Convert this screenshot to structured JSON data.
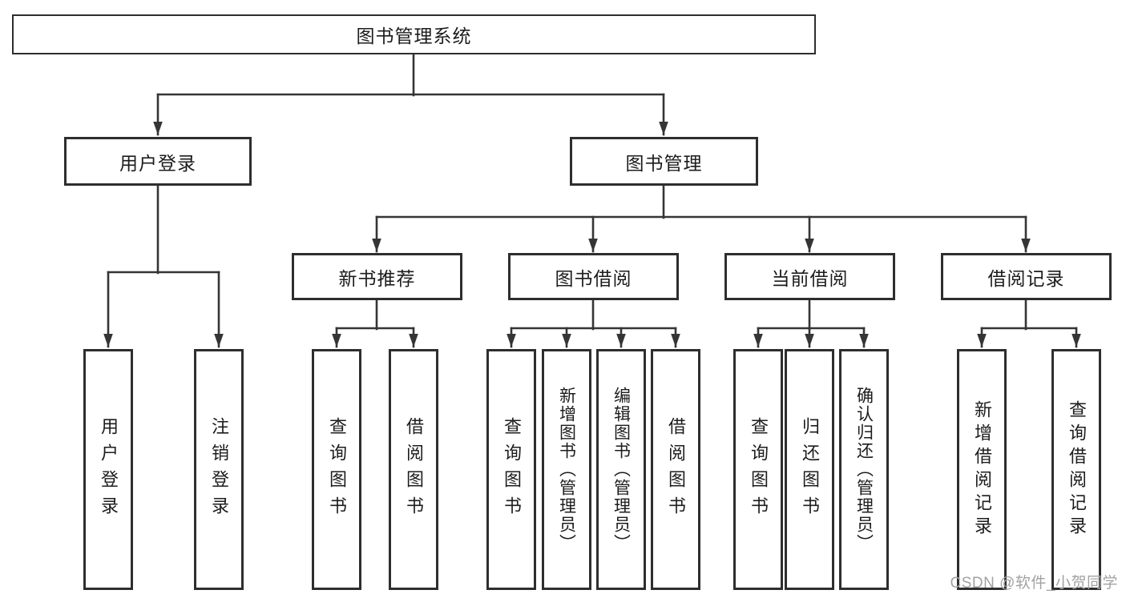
{
  "tree": {
    "label": "图书管理系统",
    "children": [
      {
        "label": "用户登录",
        "children": [
          {
            "label": "用户登录"
          },
          {
            "label": "注销登录"
          }
        ]
      },
      {
        "label": "图书管理",
        "children": [
          {
            "label": "新书推荐",
            "children": [
              {
                "label": "查询图书"
              },
              {
                "label": "借阅图书"
              }
            ]
          },
          {
            "label": "图书借阅",
            "children": [
              {
                "label": "查询图书"
              },
              {
                "label": "新增图书（管理员）"
              },
              {
                "label": "编辑图书（管理员）"
              },
              {
                "label": "借阅图书"
              }
            ]
          },
          {
            "label": "当前借阅",
            "children": [
              {
                "label": "查询图书"
              },
              {
                "label": "归还图书"
              },
              {
                "label": "确认归还（管理员）"
              }
            ]
          },
          {
            "label": "借阅记录",
            "children": [
              {
                "label": "新增借阅记录"
              },
              {
                "label": "查询借阅记录"
              }
            ]
          }
        ]
      }
    ]
  },
  "watermark": {
    "text": "CSDN @软件_小贺同学"
  },
  "colors": {
    "line": "#353535",
    "box_border": "#2e2e2e",
    "text": "#1c1c1c",
    "watermark": "#a2a2a2",
    "background": "#ffffff"
  }
}
